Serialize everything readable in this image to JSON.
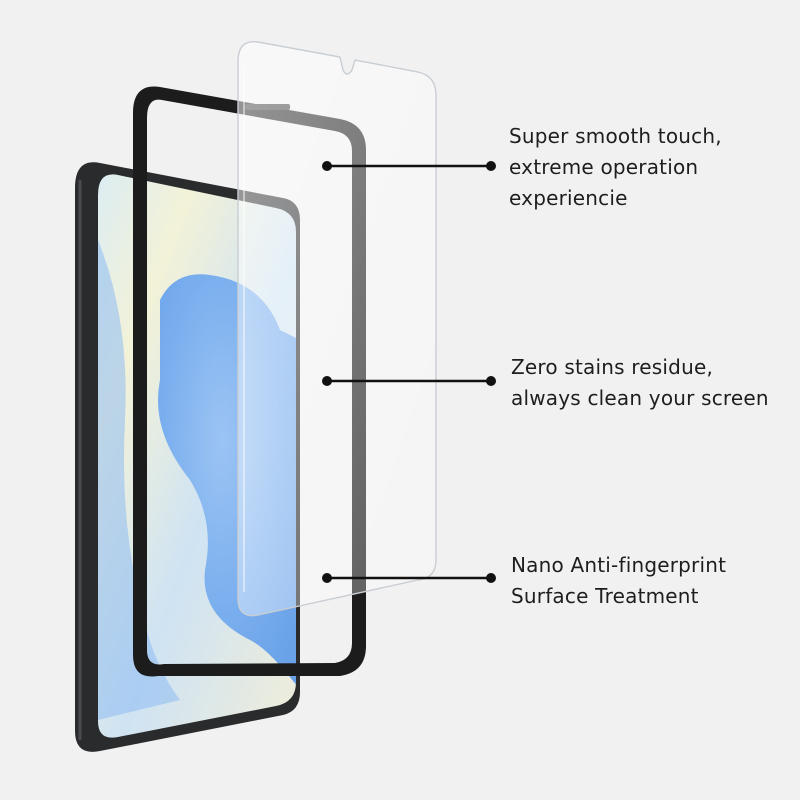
{
  "colors": {
    "background": "#f1f1f1",
    "phone_body": "#2a2b2d",
    "frame": "#1c1c1c",
    "screen_blue": "#7fb2ee",
    "line": "#111111"
  },
  "callouts": [
    {
      "lines": [
        "Super smooth touch,",
        "extreme operation",
        "experiencie"
      ]
    },
    {
      "lines": [
        "Zero stains residue,",
        "always clean your screen"
      ]
    },
    {
      "lines": [
        "Nano Anti-fingerprint",
        "Surface Treatment"
      ]
    }
  ]
}
